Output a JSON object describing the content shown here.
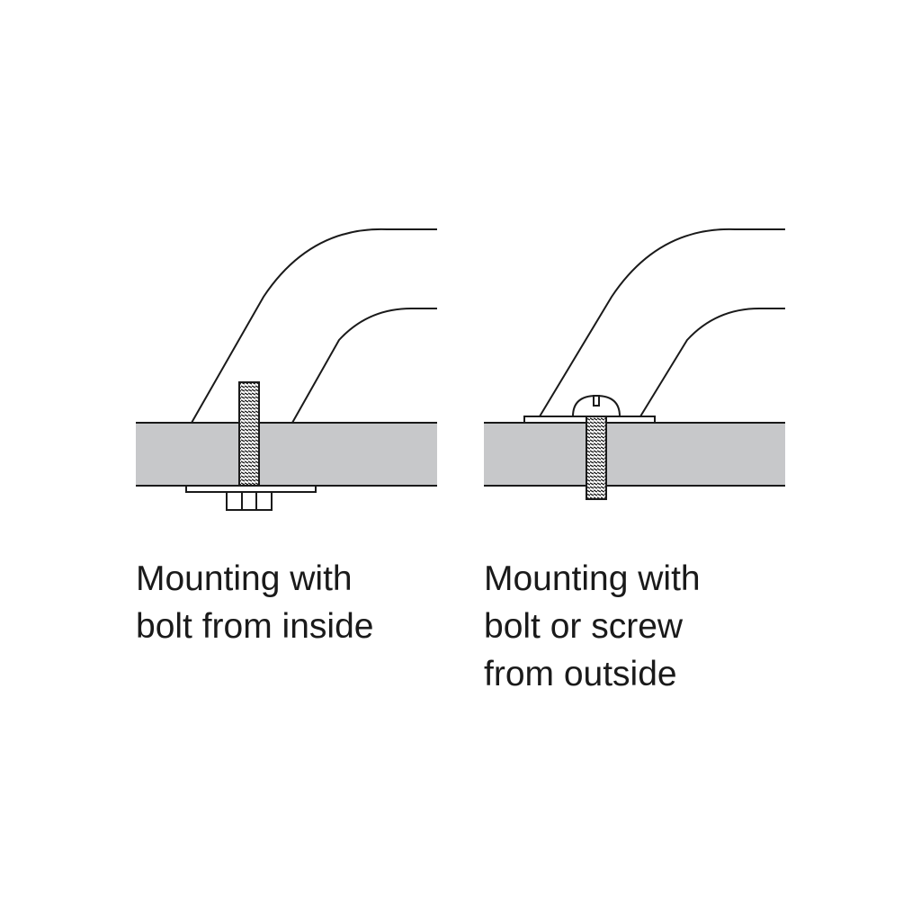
{
  "captions": {
    "inside": {
      "line1": "Mounting with",
      "line2": "bolt from inside"
    },
    "outside": {
      "line1": "Mounting with",
      "line2": "bolt or screw",
      "line3": "from outside"
    }
  },
  "colors": {
    "background": "#ffffff",
    "plate_fill": "#c7c8ca",
    "line": "#1a1a1a",
    "text": "#1a1a1a"
  }
}
